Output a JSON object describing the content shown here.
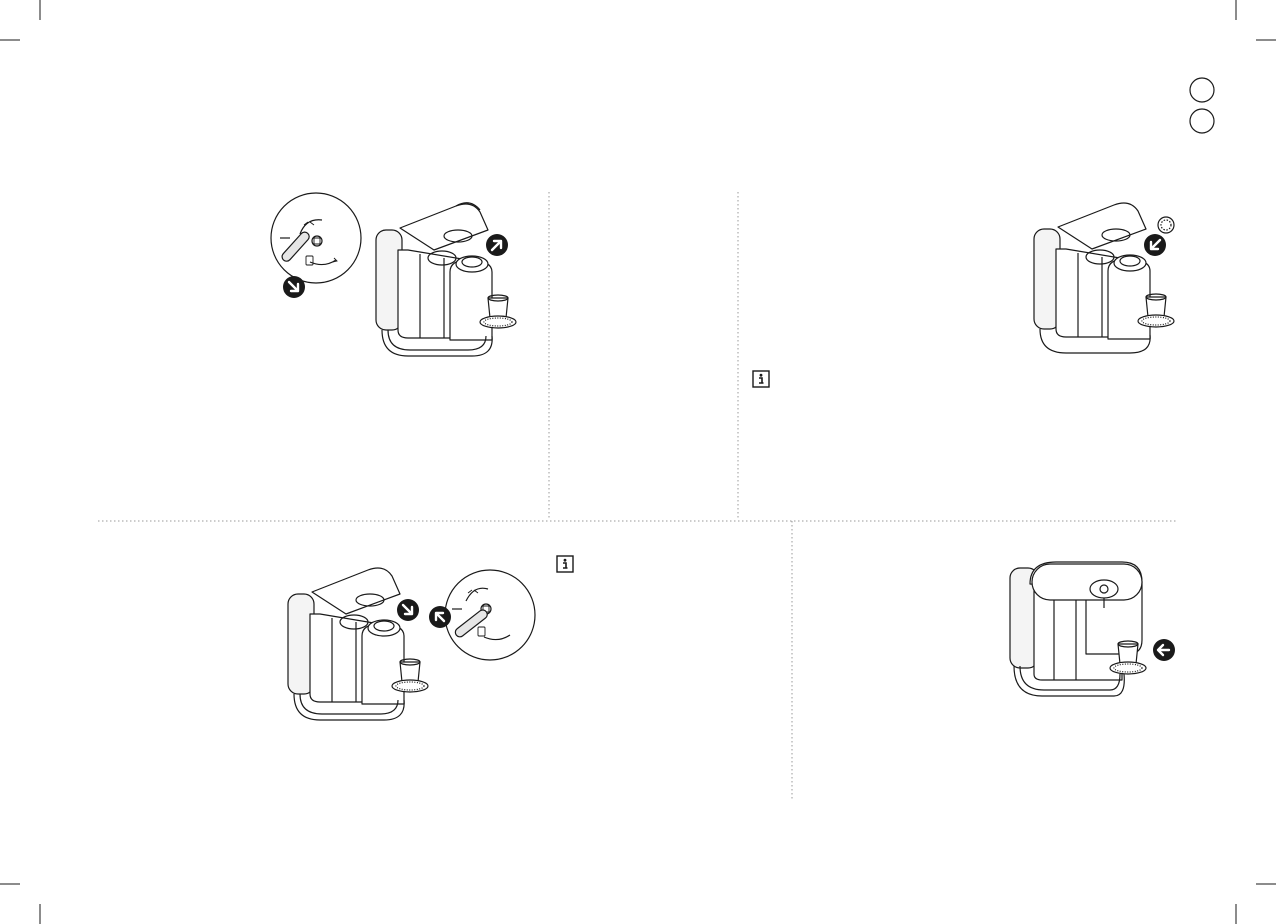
{
  "colors": {
    "ink": "#1a1a1a",
    "line": "#333333",
    "light": "#8a8a8a",
    "fill_light": "#f4f4f4",
    "divider": "#9a9a9a"
  },
  "sidebar": {
    "language_markers": [
      {
        "icon": "circle-marker-icon"
      },
      {
        "icon": "circle-marker-icon"
      }
    ]
  },
  "panels": [
    {
      "id": "step-1",
      "illustrations": [
        "lever-dial-unlock",
        "machine-head-open"
      ],
      "arrows": [
        "arrow-down-right-icon",
        "arrow-up-right-icon"
      ]
    },
    {
      "id": "step-2",
      "illustrations": []
    },
    {
      "id": "step-3",
      "illustrations": [
        "machine-insert-capsule"
      ],
      "arrows": [
        "arrow-down-left-icon"
      ],
      "info_icon": "info-icon"
    },
    {
      "id": "step-4",
      "illustrations": [
        "machine-head-close",
        "lever-dial-lock"
      ],
      "arrows": [
        "arrow-down-right-icon",
        "arrow-up-left-icon"
      ],
      "info_icon": "info-icon"
    },
    {
      "id": "step-5",
      "illustrations": [
        "machine-front-view"
      ],
      "arrows": [
        "arrow-left-icon"
      ]
    }
  ]
}
